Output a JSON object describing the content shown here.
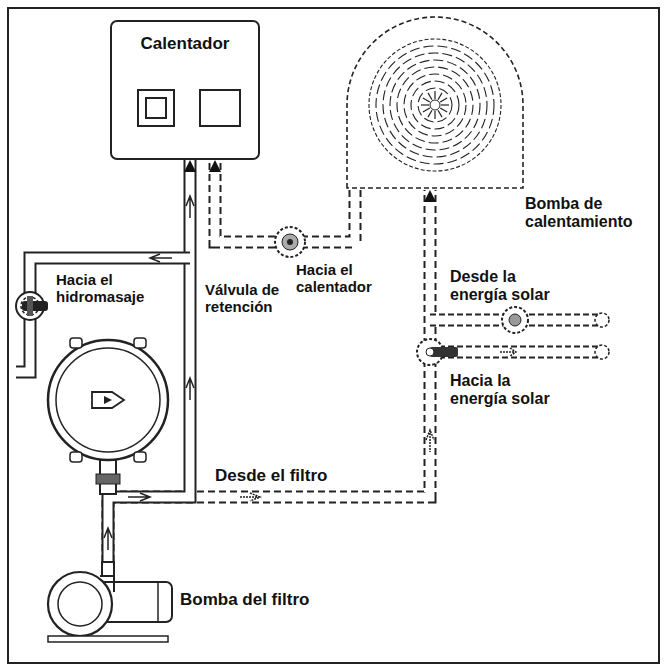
{
  "diagram": {
    "nodes": [
      {
        "text": [
          "Calentador"
        ]
      },
      {
        "text": [
          "Bomba de calentamiento"
        ]
      },
      {
        "text": [
          "Bomba del filtro"
        ]
      }
    ],
    "edges": [
      {
        "from": 2,
        "to": 0,
        "arrow": "to"
      },
      {
        "from": 2,
        "to": 1,
        "label": "Desde el filtro",
        "arrow": "to"
      },
      {
        "from": 1,
        "to": 0,
        "arrow": "to"
      }
    ],
    "labels": [
      "Hacia el hidromasaje",
      "Hacia el calentador",
      "Válvula de retención",
      "Desde la energía solar",
      "Hacia la energía solar"
    ]
  }
}
